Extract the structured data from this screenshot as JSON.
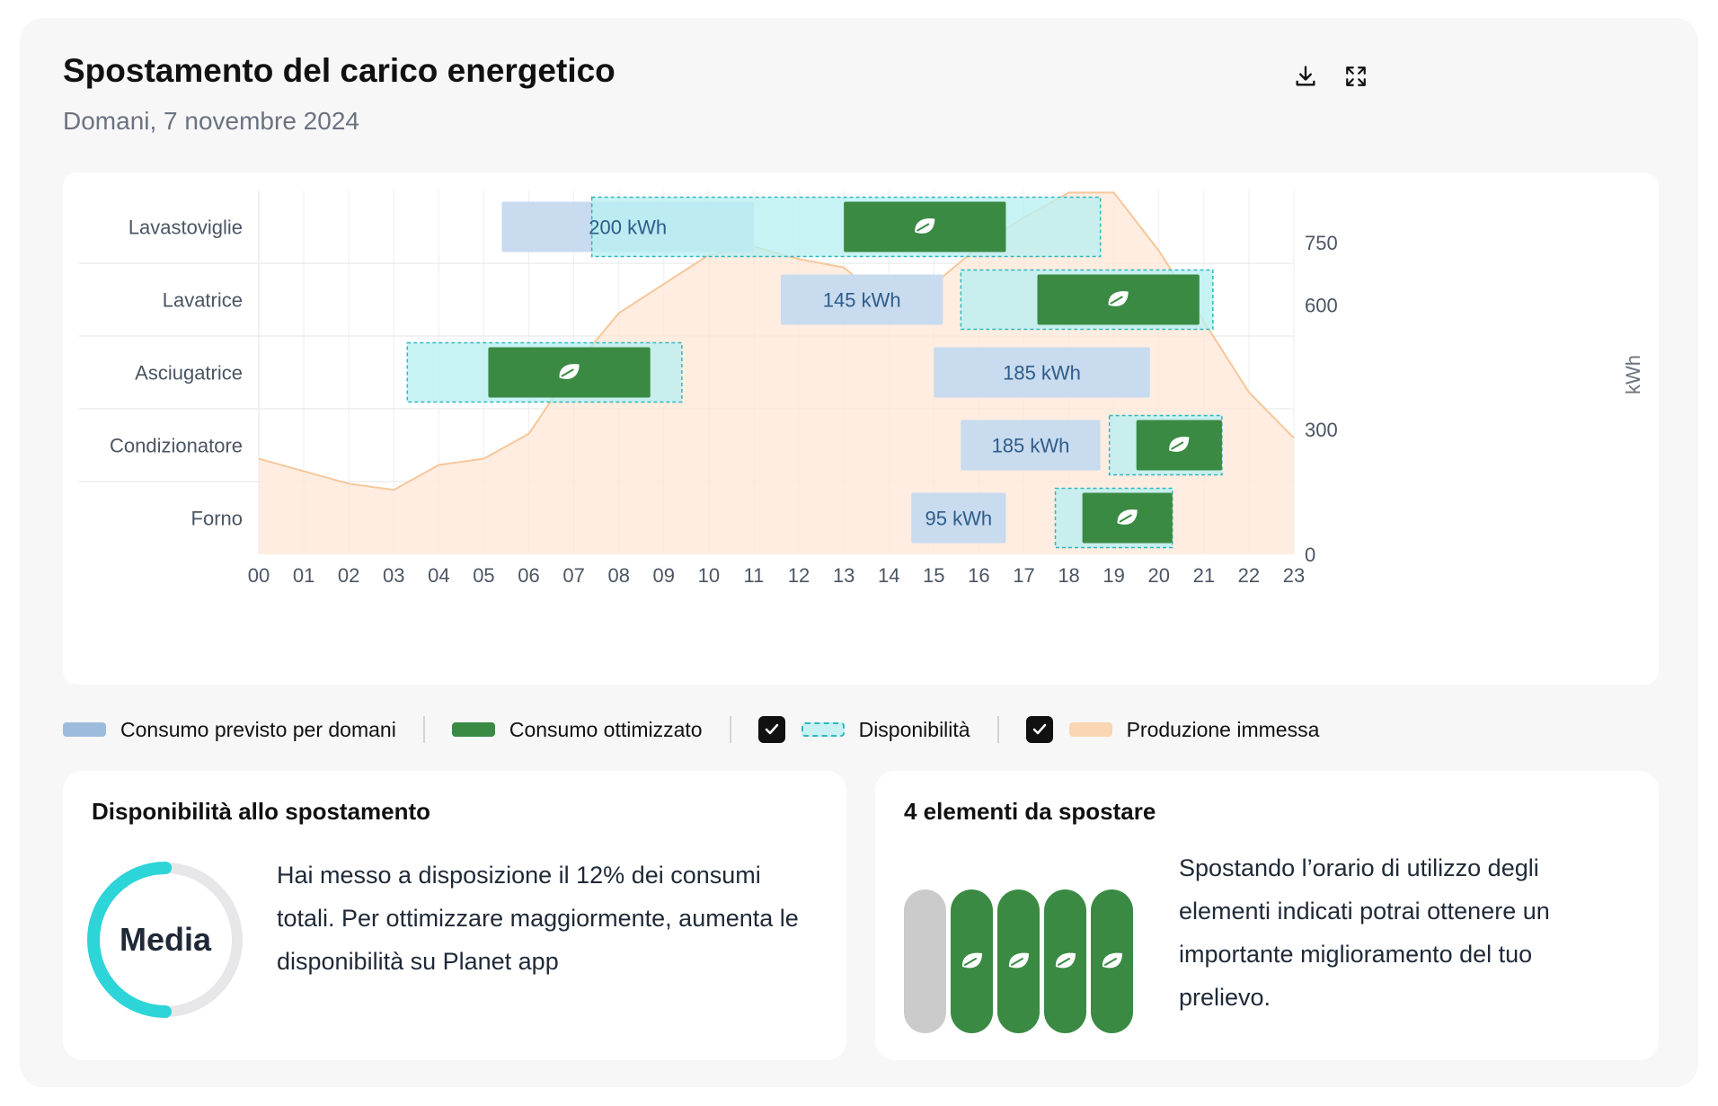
{
  "header": {
    "title": "Spostamento del carico energetico",
    "subtitle": "Domani, 7 novembre 2024",
    "download_icon": "download-icon",
    "expand_icon": "expand-icon"
  },
  "chart_data": {
    "type": "gantt",
    "rows": [
      "Lavastoviglie",
      "Lavatrice",
      "Asciugatrice",
      "Condizionatore",
      "Forno"
    ],
    "x_ticks": [
      "00",
      "01",
      "02",
      "03",
      "04",
      "05",
      "06",
      "07",
      "08",
      "09",
      "10",
      "11",
      "12",
      "13",
      "14",
      "15",
      "16",
      "17",
      "18",
      "19",
      "20",
      "21",
      "22",
      "23"
    ],
    "xlim": [
      0,
      23
    ],
    "y2_label": "kWh",
    "y2_ticks": [
      "0",
      "300",
      "600",
      "750"
    ],
    "tasks": [
      {
        "row": "Lavastoviglie",
        "planned": {
          "start": 5.4,
          "end": 11.0,
          "label": "200 kWh"
        },
        "availability": {
          "start": 7.4,
          "end": 18.7
        },
        "optimized": {
          "start": 13.0,
          "end": 16.6
        }
      },
      {
        "row": "Lavatrice",
        "planned": {
          "start": 11.6,
          "end": 15.2,
          "label": "145 kWh"
        },
        "availability": {
          "start": 15.6,
          "end": 21.2
        },
        "optimized": {
          "start": 17.3,
          "end": 20.9
        }
      },
      {
        "row": "Asciugatrice",
        "planned": {
          "start": 15.0,
          "end": 19.8,
          "label": "185 kWh"
        },
        "availability": {
          "start": 3.3,
          "end": 9.4
        },
        "optimized": {
          "start": 5.1,
          "end": 8.7
        }
      },
      {
        "row": "Condizionatore",
        "planned": {
          "start": 15.6,
          "end": 18.7,
          "label": "185 kWh"
        },
        "availability": {
          "start": 18.9,
          "end": 21.4
        },
        "optimized": {
          "start": 19.5,
          "end": 21.4
        }
      },
      {
        "row": "Forno",
        "planned": {
          "start": 14.5,
          "end": 16.6,
          "label": "95 kWh"
        },
        "availability": {
          "start": 17.7,
          "end": 20.3
        },
        "optimized": {
          "start": 18.3,
          "end": 20.3
        }
      }
    ],
    "production": {
      "name": "Produzione immessa",
      "x": [
        0,
        1,
        2,
        3,
        4,
        5,
        6,
        7,
        8,
        9,
        10,
        11,
        12,
        13,
        14,
        15,
        16,
        17,
        18,
        19,
        20,
        21,
        22,
        23
      ],
      "y": [
        230,
        200,
        170,
        155,
        215,
        230,
        290,
        450,
        580,
        650,
        720,
        740,
        710,
        690,
        600,
        650,
        740,
        810,
        870,
        870,
        730,
        560,
        390,
        280
      ]
    },
    "colors": {
      "planned": "#c8dbef",
      "planned_text": "#2e5c8a",
      "optimized": "#3a8a44",
      "availability_fill": "#b8f0f2",
      "availability_border": "#2fb8bf",
      "production_fill": "#fde7d6",
      "production_line": "#f6c79a"
    }
  },
  "legend": {
    "items": [
      {
        "label": "Consumo previsto per domani"
      },
      {
        "label": "Consumo ottimizzato"
      },
      {
        "label": "Disponibilità",
        "checked": true
      },
      {
        "label": "Produzione immessa",
        "checked": true
      }
    ]
  },
  "availability_card": {
    "title": "Disponibilità allo spostamento",
    "gauge_label": "Media",
    "gauge_fraction": 0.5,
    "gauge_color": "#2dd4d8",
    "text": "Hai messo a disposizione il 12% dei consumi totali. Per ottimizzare maggiormente, aumenta le disponibilità su Planet app"
  },
  "shift_card": {
    "title": "4 elementi da spostare",
    "pills_total": 5,
    "pills_shift": 4,
    "text": "Spostando l’orario di utilizzo degli elementi indicati potrai ottenere un importante miglioramento del tuo prelievo."
  }
}
